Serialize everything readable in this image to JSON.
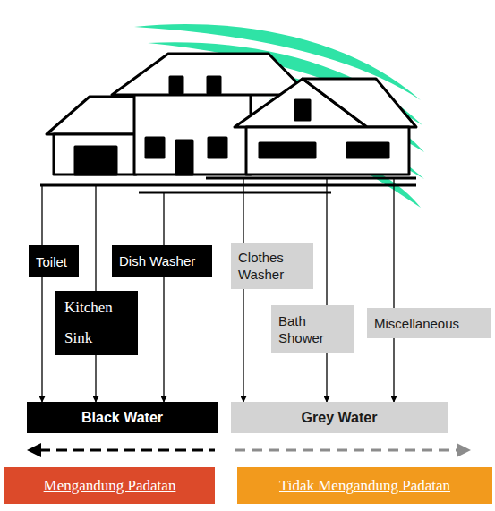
{
  "diagram": {
    "nodes": [
      {
        "text": [
          "Toilet"
        ]
      },
      {
        "text": [
          "Kitchen Sink"
        ]
      },
      {
        "text": [
          "Dish Washer"
        ]
      },
      {
        "text": [
          "Clothes Washer"
        ]
      },
      {
        "text": [
          "Bath Shower"
        ]
      },
      {
        "text": [
          "Miscellaneous"
        ]
      },
      {
        "text": [
          "Black Water"
        ]
      },
      {
        "text": [
          "Grey Water"
        ]
      },
      {
        "text": [
          "Mengandung Padatan"
        ]
      },
      {
        "text": [
          "Tidak Mengandung Padatan"
        ]
      }
    ],
    "edges": [
      {
        "from": 0,
        "to": 6,
        "arrow": "to"
      },
      {
        "from": 1,
        "to": 6,
        "arrow": "to"
      },
      {
        "from": 2,
        "to": 6,
        "arrow": "to"
      },
      {
        "from": 3,
        "to": 7,
        "arrow": "to"
      },
      {
        "from": 4,
        "to": 7,
        "arrow": "to"
      },
      {
        "from": 5,
        "to": 7,
        "arrow": "to"
      }
    ]
  }
}
